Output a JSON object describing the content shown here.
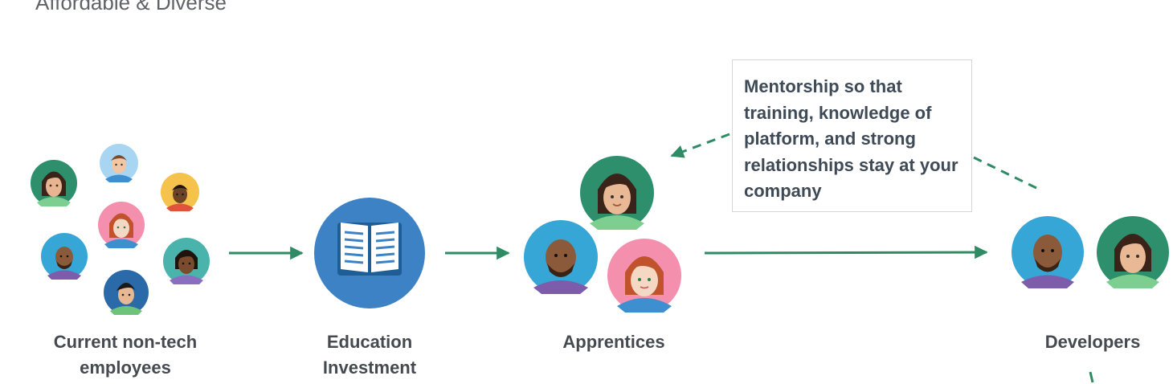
{
  "heading": "Affordable & Diverse",
  "stages": {
    "current": "Current non-tech employees",
    "education": "Education Investment",
    "apprentices": "Apprentices",
    "developers": "Developers"
  },
  "callout": "Mentorship so that training, knowledge of platform, and strong relationships stay at your company",
  "icons": [
    "person-avatar",
    "open-book-icon",
    "arrow-right",
    "dashed-arrow"
  ],
  "colors": {
    "arrow": "#2e8b63",
    "book_circle": "#3d82c4",
    "teal": "#2e8f6c",
    "light_blue": "#a8d6f2",
    "yellow": "#f5c24b",
    "pink": "#f58fae",
    "blue": "#36a6d6",
    "aqua": "#4ab3ac",
    "navy": "#2b6aa8"
  }
}
